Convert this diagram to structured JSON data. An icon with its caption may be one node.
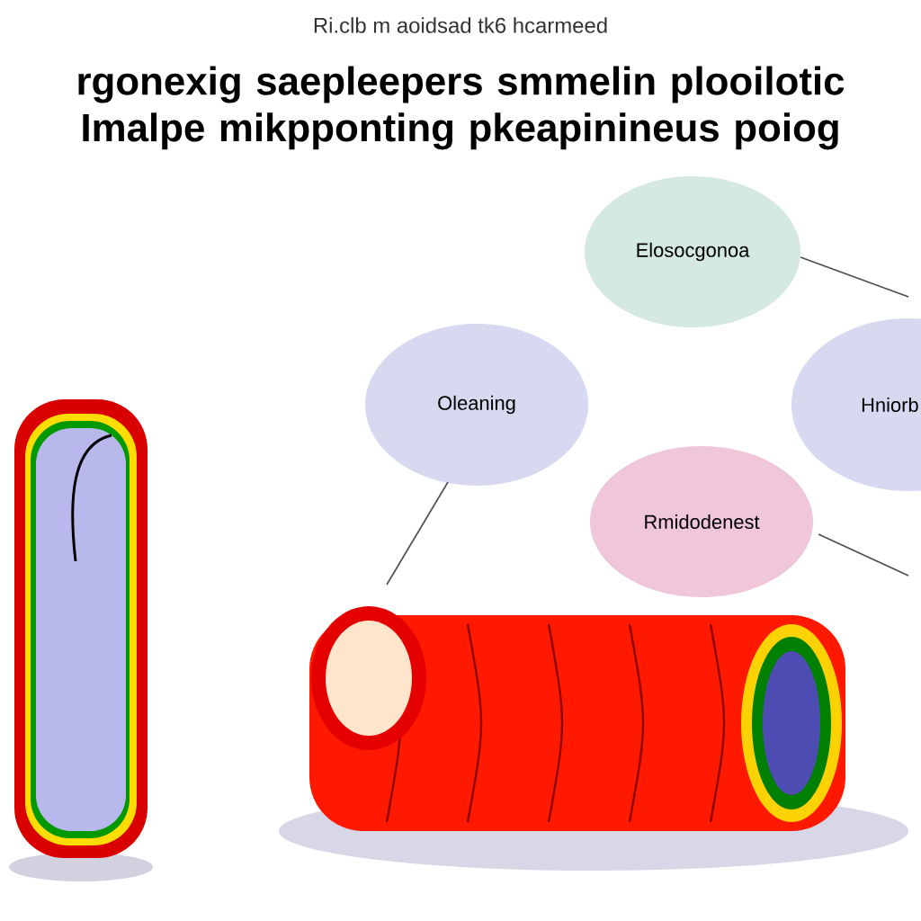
{
  "diagram": {
    "title": "rgonexig saepleepers smmelin plooilotic Imalpe mikpponting pkeapinineus poiog",
    "nodes": [
      {
        "text": [
          "Elosocgonoa"
        ]
      },
      {
        "text": [
          "Oleaning"
        ]
      },
      {
        "text": [
          "Hniorb"
        ]
      },
      {
        "text": [
          "Rmidodenest"
        ]
      }
    ],
    "edges": [
      {
        "from": 0,
        "to": null,
        "arrow": "none"
      },
      {
        "from": 1,
        "to": null,
        "arrow": "none"
      },
      {
        "from": 3,
        "to": null,
        "arrow": "none"
      }
    ],
    "labels": [
      "Ri.clb m aoidsad tk6 hcarmeed"
    ]
  }
}
